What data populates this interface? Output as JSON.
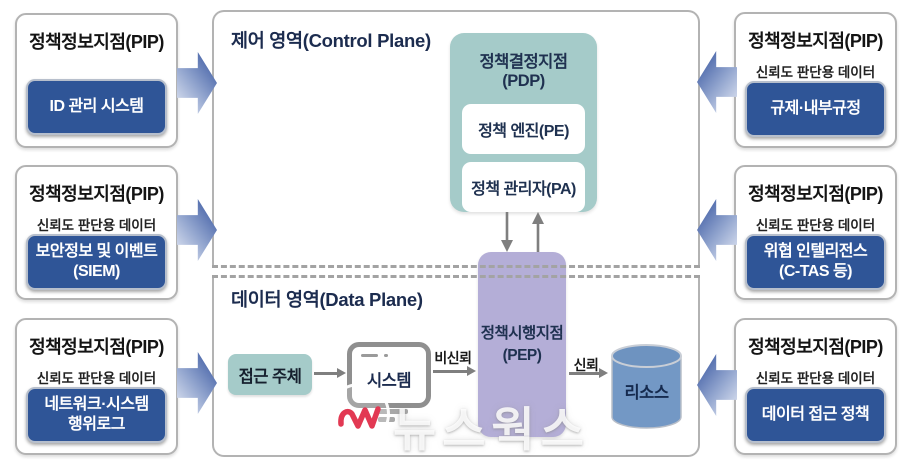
{
  "pip_left": [
    {
      "title": "정책정보지점(PIP)",
      "item": "ID 관리 시스템"
    },
    {
      "title": "정책정보지점(PIP)",
      "subtitle": "신뢰도 판단용 데이터",
      "item": "보안정보 및 이벤트\n(SIEM)"
    },
    {
      "title": "정책정보지점(PIP)",
      "subtitle": "신뢰도 판단용 데이터",
      "item": "네트워크·시스템\n행위로그"
    }
  ],
  "pip_right": [
    {
      "title": "정책정보지점(PIP)",
      "subtitle": "신뢰도 판단용 데이터",
      "item": "규제·내부규정"
    },
    {
      "title": "정책정보지점(PIP)",
      "subtitle": "신뢰도 판단용 데이터",
      "item": "위협 인텔리전스\n(C-TAS 등)"
    },
    {
      "title": "정책정보지점(PIP)",
      "subtitle": "신뢰도 판단용 데이터",
      "item": "데이터 접근 정책"
    }
  ],
  "control_plane": {
    "title": "제어 영역(Control Plane)",
    "pdp_title": "정책결정지점(PDP)",
    "policy_engine": "정책 엔진(PE)",
    "policy_admin": "정책 관리자(PA)"
  },
  "data_plane": {
    "title": "데이터 영역(Data Plane)",
    "access_subject": "접근 주체",
    "system": "시스템",
    "pep": "정책시행지점\n(PEP)",
    "label_untrusted": "비신뢰",
    "label_trusted": "신뢰",
    "resource": "리소스"
  },
  "watermark": {
    "text": "뉴스웍스"
  },
  "colors": {
    "accent_blue": "#2f5597",
    "teal": "#a5cbc9",
    "purple": "#b4aed7",
    "cylinder_blue": "#7398c5",
    "arrow_gray": "#7f7f7f",
    "brand_red": "#e23953"
  }
}
